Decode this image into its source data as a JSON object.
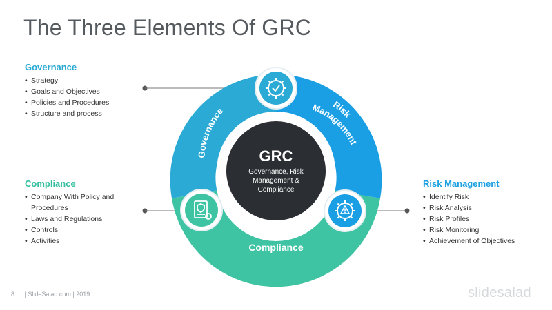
{
  "title": "The Three Elements Of GRC",
  "center": {
    "title": "GRC",
    "subtitle_lines": [
      "Governance, Risk",
      "Management &",
      "Compliance"
    ]
  },
  "ring_labels": {
    "governance": "Governance",
    "risk_line1": "Risk",
    "risk_line2": "Management",
    "compliance": "Compliance"
  },
  "sections": {
    "governance": {
      "heading": "Governance",
      "items": [
        "Strategy",
        "Goals and Objectives",
        "Policies and Procedures",
        "Structure and process"
      ]
    },
    "compliance": {
      "heading": "Compliance",
      "items": [
        "Company With Policy and Procedures",
        "Laws and Regulations",
        "Controls",
        "Activities"
      ]
    },
    "risk": {
      "heading": "Risk Management",
      "items": [
        "Identify Risk",
        "Risk Analysis",
        "Risk Profiles",
        "Risk Monitoring",
        "Achievement of Objectives"
      ]
    }
  },
  "footer": {
    "page": "8",
    "text": "| SlideSalad.com | 2019",
    "logo": "slidesalad"
  },
  "colors": {
    "governance": "#2aaad4",
    "risk": "#1b9fe4",
    "compliance": "#3fc4a3",
    "center": "#2b2f33",
    "title": "#555a5f"
  },
  "icons": {
    "governance": "gear-check-icon",
    "compliance": "document-shield-icon",
    "risk": "gear-warning-icon"
  }
}
